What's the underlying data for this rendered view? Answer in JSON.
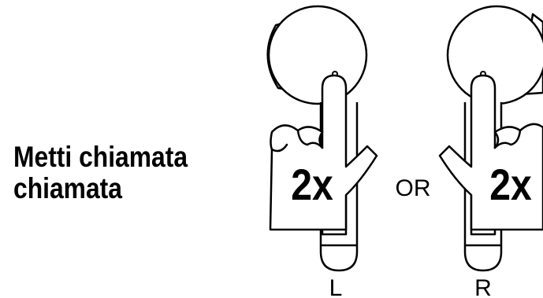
{
  "instruction": {
    "line1": "Metti chiamata",
    "line2": "chiamata"
  },
  "gesture": {
    "left": {
      "tap_count": "2x",
      "side_label": "L"
    },
    "separator": "OR",
    "right": {
      "tap_count": "2x",
      "side_label": "R"
    }
  },
  "icons": {
    "earbud": "earbud-icon",
    "hand": "pointing-hand-icon"
  },
  "colors": {
    "ink": "#000000",
    "fill": "#ffffff"
  }
}
